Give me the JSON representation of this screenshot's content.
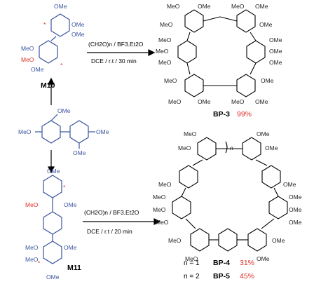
{
  "labels": {
    "m10": "M10",
    "m11": "M11",
    "bp3": "BP-3",
    "bp4": "BP-4",
    "bp5": "BP-5"
  },
  "yields": {
    "bp3": "99%",
    "bp4": "31%",
    "bp5": "45%"
  },
  "conditions": {
    "top_reagent": "(CH2O)n / BF3.Et2O",
    "top_solvent": "DCE / r.t / 30 min",
    "bottom_reagent": "(CH2O)n / BF3.Et2O",
    "bottom_solvent": "DCE / r.t / 20 min"
  },
  "n_values": {
    "bp4": "n = 1",
    "bp5": "n = 2",
    "italic_n": "n"
  },
  "substituent": "OMe",
  "reactive_site_marker": "*",
  "colors": {
    "reactive_site": "#e0302a",
    "starting_material": "#3a55a0",
    "yield": "#e0302a"
  }
}
